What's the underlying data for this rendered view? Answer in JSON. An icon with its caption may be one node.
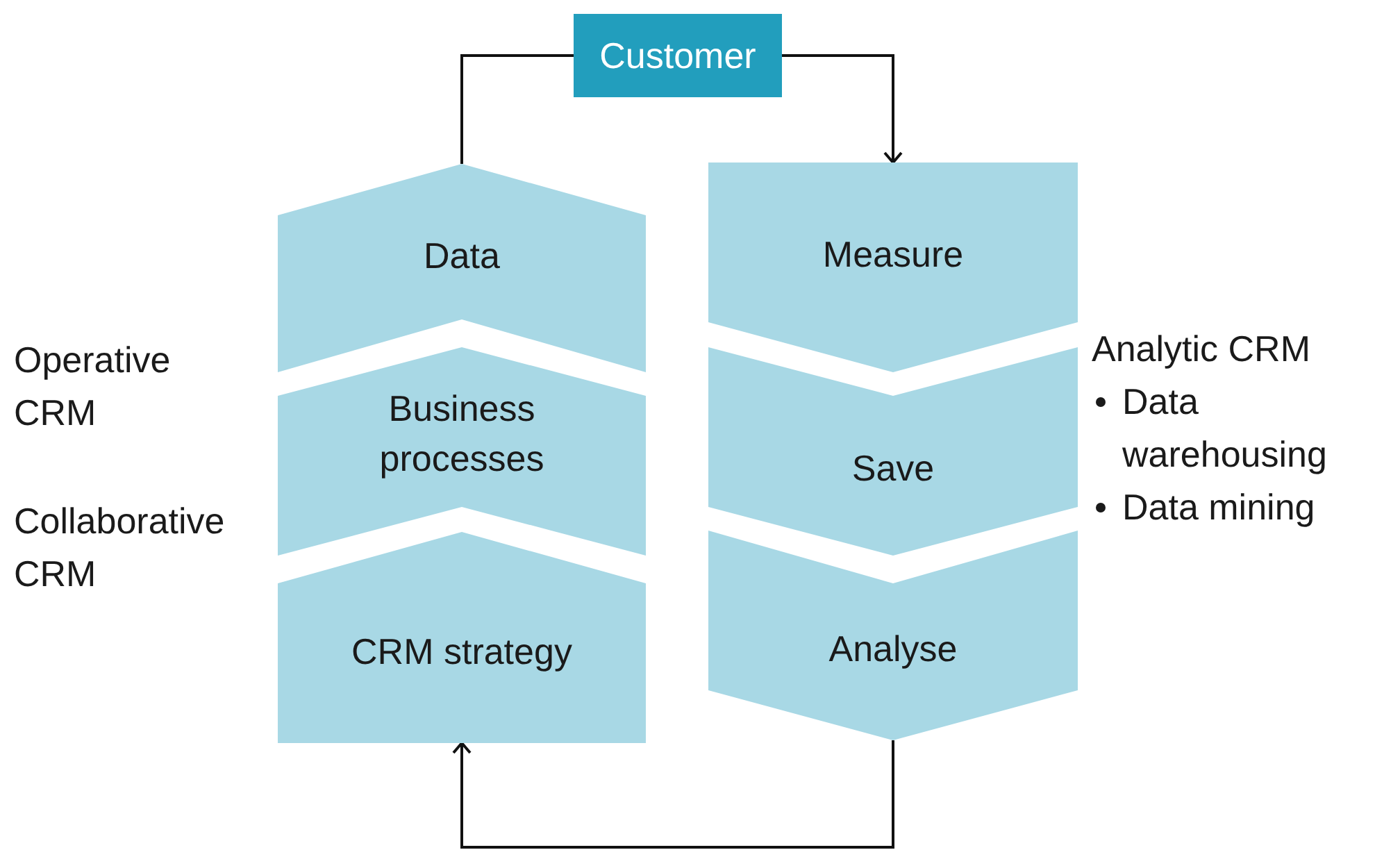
{
  "diagram": {
    "nodes": [
      {
        "text": [
          "Customer"
        ]
      },
      {
        "text": [
          "Data"
        ]
      },
      {
        "text": [
          "Business processes"
        ]
      },
      {
        "text": [
          "CRM strategy"
        ]
      },
      {
        "text": [
          "Measure"
        ]
      },
      {
        "text": [
          "Save"
        ]
      },
      {
        "text": [
          "Analyse"
        ]
      }
    ],
    "edges": [
      {
        "from": 1,
        "to": 0,
        "arrow": "none"
      },
      {
        "from": 0,
        "to": 4,
        "arrow": "to"
      },
      {
        "from": 6,
        "to": 3,
        "arrow": "to"
      }
    ],
    "labels": [
      "Operative CRM",
      "Collaborative CRM",
      "Analytic CRM",
      "Data warehousing",
      "Data mining"
    ]
  }
}
